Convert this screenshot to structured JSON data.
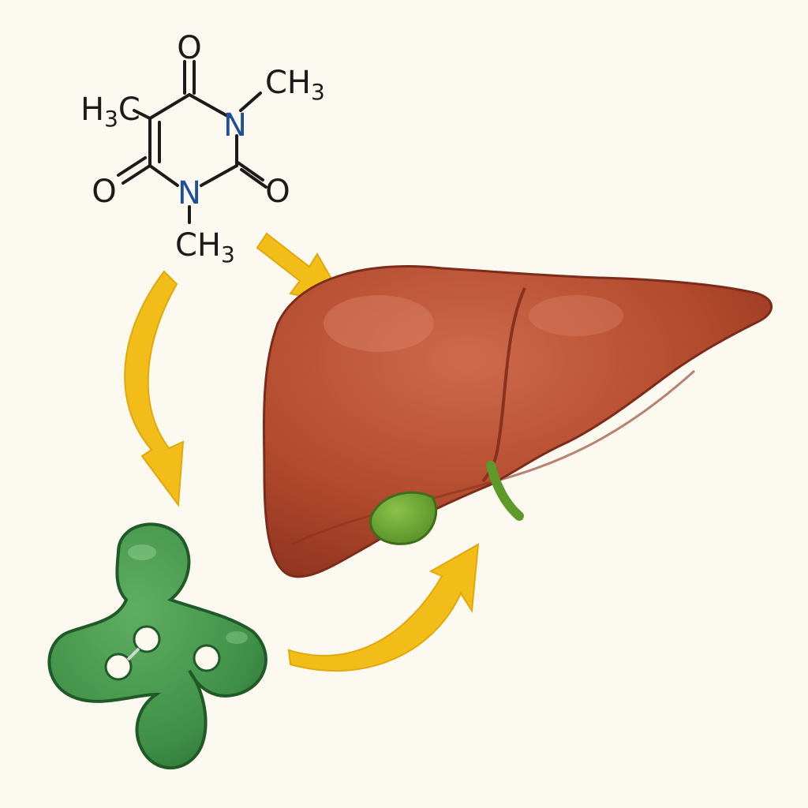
{
  "molecule": {
    "atoms": {
      "oxygen_top": "O",
      "oxygen_left": "O",
      "oxygen_right": "O",
      "nitrogen_1": "N",
      "nitrogen_3": "N",
      "methyl_c5": {
        "element": "H",
        "count": "3",
        "carbon": "C"
      },
      "methyl_n1": {
        "element": "CH",
        "count": "3"
      },
      "methyl_n3": {
        "element": "CH",
        "count": "3"
      }
    }
  },
  "colors": {
    "background": "#fcf9f1",
    "bond": "#1b1b1b",
    "nitrogen": "#1f4f9a",
    "arrow": "#f2bd18",
    "liver": "#b14a2c",
    "liver_highlight": "#c9654a",
    "gallbladder": "#6aa12f",
    "microbe": "#3f8f47"
  },
  "icons": {
    "molecule": "pyrimidine-dione-structure",
    "liver": "liver-organ-icon",
    "gallbladder": "gallbladder-icon",
    "microbe": "gut-microbe-icon",
    "arrows": [
      "arrow-molecule-to-liver",
      "arrow-molecule-to-microbe",
      "arrow-microbe-to-liver"
    ]
  }
}
